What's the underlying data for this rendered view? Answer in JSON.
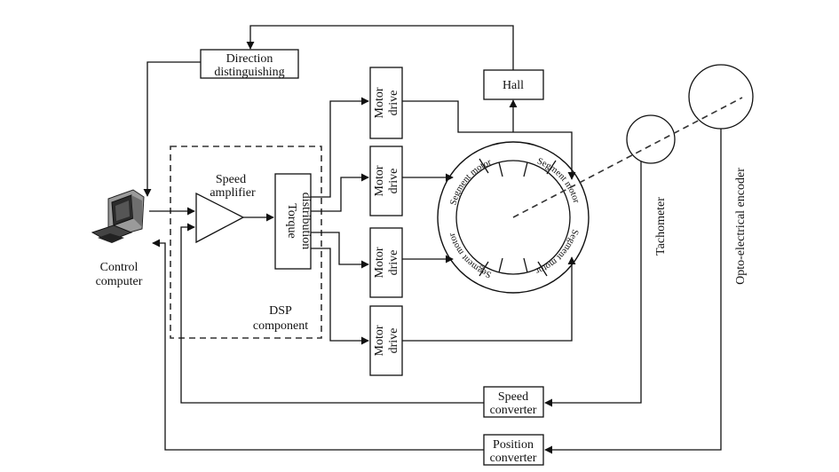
{
  "labels": {
    "direction_line1": "Direction",
    "direction_line2": "distinguishing",
    "hall": "Hall",
    "motor_drive_line1": "Motor",
    "motor_drive_line2": "drive",
    "speed_amp_line1": "Speed",
    "speed_amp_line2": "amplifier",
    "torque_line1": "Torque",
    "torque_line2": "distribution",
    "dsp_line1": "DSP",
    "dsp_line2": "component",
    "control_line1": "Control",
    "control_line2": "computer",
    "tachometer": "Tachometer",
    "encoder": "Opto-electrical encoder",
    "speed_conv_line1": "Speed",
    "speed_conv_line2": "converter",
    "pos_conv_line1": "Position",
    "pos_conv_line2": "converter",
    "segment_motor": "Segment motor"
  }
}
